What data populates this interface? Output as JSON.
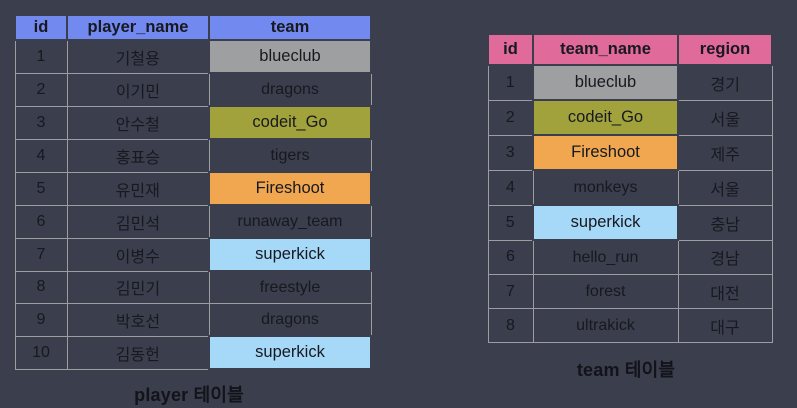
{
  "page": {
    "background_color": "#3a3e4d",
    "gridline_color": "#9c9ca1",
    "text_color": "#17191f"
  },
  "player_table": {
    "caption": "player 테이블",
    "header_color": "#7289f0",
    "highlight_column": "team",
    "columns": [
      "id",
      "player_name",
      "team"
    ],
    "rows": [
      {
        "id": "1",
        "player_name": "기철용",
        "team": "blueclub",
        "highlight": "#9e9fa1"
      },
      {
        "id": "2",
        "player_name": "이기민",
        "team": "dragons",
        "highlight": null
      },
      {
        "id": "3",
        "player_name": "안수철",
        "team": "codeit_Go",
        "highlight": "#a1a23c"
      },
      {
        "id": "4",
        "player_name": "홍표승",
        "team": "tigers",
        "highlight": null
      },
      {
        "id": "5",
        "player_name": "유민재",
        "team": "Fireshoot",
        "highlight": "#f0a750"
      },
      {
        "id": "6",
        "player_name": "김민석",
        "team": "runaway_team",
        "highlight": null
      },
      {
        "id": "7",
        "player_name": "이병수",
        "team": "superkick",
        "highlight": "#a6d8f7"
      },
      {
        "id": "8",
        "player_name": "김민기",
        "team": "freestyle",
        "highlight": null
      },
      {
        "id": "9",
        "player_name": "박호선",
        "team": "dragons",
        "highlight": null
      },
      {
        "id": "10",
        "player_name": "김동헌",
        "team": "superkick",
        "highlight": "#a6d8f7"
      }
    ]
  },
  "team_table": {
    "caption": "team 테이블",
    "header_color": "#e06a9a",
    "highlight_column": "team_name",
    "columns": [
      "id",
      "team_name",
      "region"
    ],
    "rows": [
      {
        "id": "1",
        "team_name": "blueclub",
        "region": "경기",
        "highlight": "#9e9fa1"
      },
      {
        "id": "2",
        "team_name": "codeit_Go",
        "region": "서울",
        "highlight": "#a1a23c"
      },
      {
        "id": "3",
        "team_name": "Fireshoot",
        "region": "제주",
        "highlight": "#f0a750"
      },
      {
        "id": "4",
        "team_name": "monkeys",
        "region": "서울",
        "highlight": null
      },
      {
        "id": "5",
        "team_name": "superkick",
        "region": "충남",
        "highlight": "#a6d8f7"
      },
      {
        "id": "6",
        "team_name": "hello_run",
        "region": "경남",
        "highlight": null
      },
      {
        "id": "7",
        "team_name": "forest",
        "region": "대전",
        "highlight": null
      },
      {
        "id": "8",
        "team_name": "ultrakick",
        "region": "대구",
        "highlight": null
      }
    ]
  }
}
